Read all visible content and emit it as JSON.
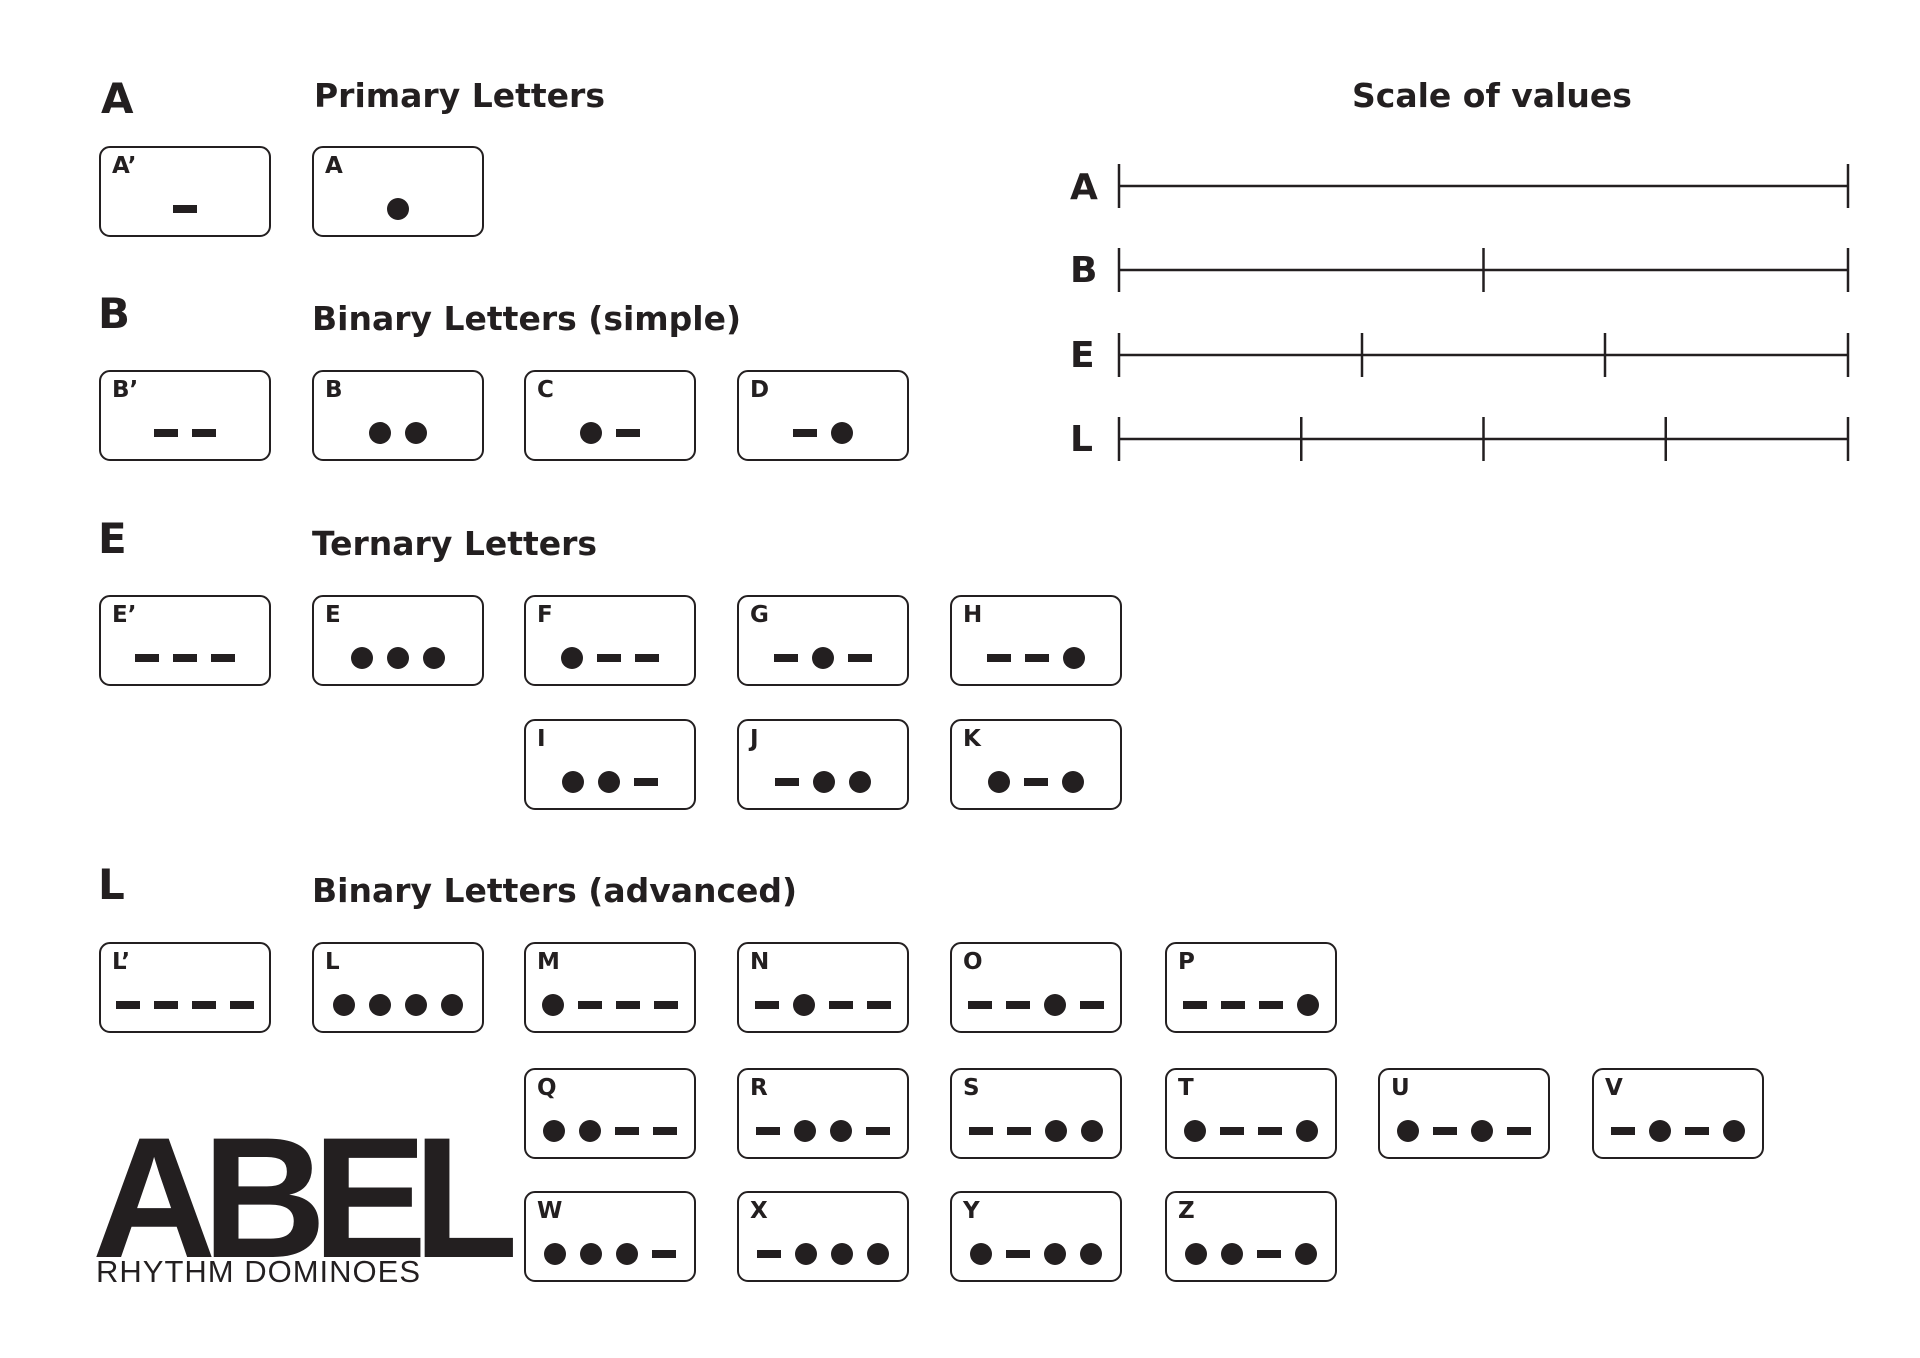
{
  "sections": {
    "A": {
      "letter": "A",
      "title": "Primary Letters"
    },
    "B": {
      "letter": "B",
      "title": "Binary Letters (simple)"
    },
    "E": {
      "letter": "E",
      "title": "Ternary Letters"
    },
    "L": {
      "letter": "L",
      "title": "Binary Letters (advanced)"
    }
  },
  "tiles": [
    {
      "label": "A’",
      "pattern": "-"
    },
    {
      "label": "A",
      "pattern": "o"
    },
    {
      "label": "B’",
      "pattern": "--"
    },
    {
      "label": "B",
      "pattern": "oo"
    },
    {
      "label": "C",
      "pattern": "o-"
    },
    {
      "label": "D",
      "pattern": "-o"
    },
    {
      "label": "E’",
      "pattern": "---"
    },
    {
      "label": "E",
      "pattern": "ooo"
    },
    {
      "label": "F",
      "pattern": "o--"
    },
    {
      "label": "G",
      "pattern": "-o-"
    },
    {
      "label": "H",
      "pattern": "--o"
    },
    {
      "label": "I",
      "pattern": "oo-"
    },
    {
      "label": "J",
      "pattern": "-oo"
    },
    {
      "label": "K",
      "pattern": "o-o"
    },
    {
      "label": "L’",
      "pattern": "----"
    },
    {
      "label": "L",
      "pattern": "oooo"
    },
    {
      "label": "M",
      "pattern": "o---"
    },
    {
      "label": "N",
      "pattern": "-o--"
    },
    {
      "label": "O",
      "pattern": "--o-"
    },
    {
      "label": "P",
      "pattern": "---o"
    },
    {
      "label": "Q",
      "pattern": "oo--"
    },
    {
      "label": "R",
      "pattern": "-oo-"
    },
    {
      "label": "S",
      "pattern": "--oo"
    },
    {
      "label": "T",
      "pattern": "o--o"
    },
    {
      "label": "U",
      "pattern": "o-o-"
    },
    {
      "label": "V",
      "pattern": "-o-o"
    },
    {
      "label": "W",
      "pattern": "ooo-"
    },
    {
      "label": "X",
      "pattern": "-ooo"
    },
    {
      "label": "Y",
      "pattern": "o-oo"
    },
    {
      "label": "Z",
      "pattern": "oo-o"
    }
  ],
  "scale": {
    "title": "Scale of values",
    "rows": [
      {
        "label": "A",
        "divisions": 1
      },
      {
        "label": "B",
        "divisions": 2
      },
      {
        "label": "E",
        "divisions": 3
      },
      {
        "label": "L",
        "divisions": 4
      }
    ]
  },
  "logo": {
    "word": "ABEL",
    "subtitle": "RHYTHM DOMINOES"
  },
  "colors": {
    "ink": "#231f20",
    "background": "#ffffff"
  }
}
